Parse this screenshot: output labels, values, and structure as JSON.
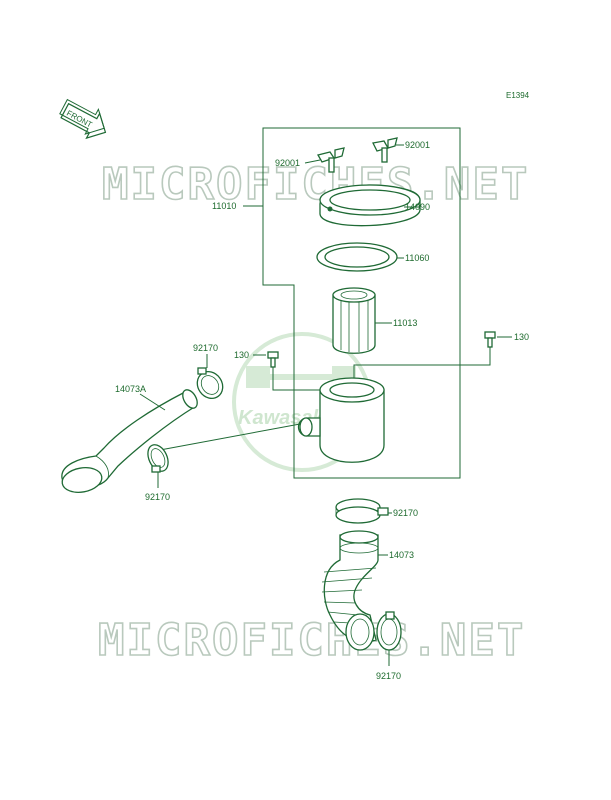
{
  "diagram_code": "E1394",
  "front_label": "FRONT",
  "watermark": {
    "text": "MICROFICHES.NET",
    "logo_text": "Kawasaki"
  },
  "labels": {
    "p92001_left": "92001",
    "p92001_right": "92001",
    "p11010": "11010",
    "p14090": "14090",
    "p11060": "11060",
    "p11013": "11013",
    "p130_left": "130",
    "p130_right": "130",
    "p92170_top": "92170",
    "p14073A": "14073A",
    "p92170_left": "92170",
    "p92170_mid": "92170",
    "p14073": "14073",
    "p92170_bottom": "92170"
  },
  "colors": {
    "line": "#1f6a35",
    "text": "#1e6b2e",
    "watermark": "#b9c9bd"
  }
}
